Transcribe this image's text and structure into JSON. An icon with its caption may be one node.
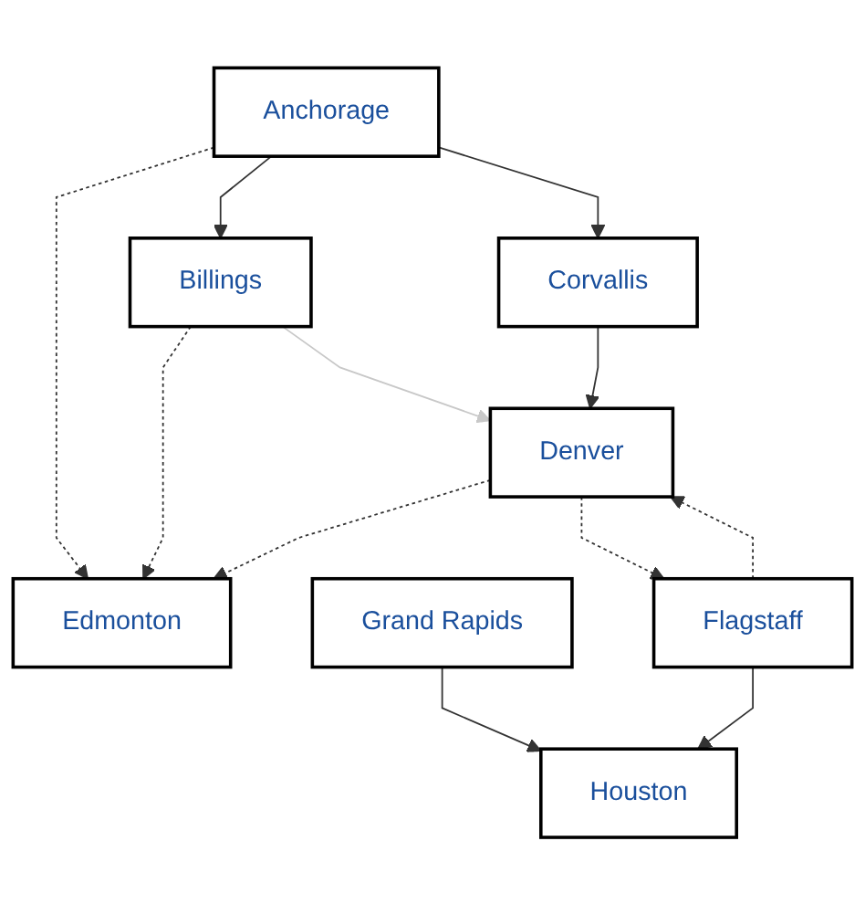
{
  "diagram": {
    "nodes": [
      {
        "text": [
          "Edmonton"
        ]
      },
      {
        "text": [
          "Anchorage"
        ]
      },
      {
        "text": [
          "Billings"
        ]
      },
      {
        "text": [
          "Grand Rapids"
        ]
      },
      {
        "text": [
          "Corvallis"
        ]
      },
      {
        "text": [
          "Denver"
        ]
      },
      {
        "text": [
          "Flagstaff"
        ]
      },
      {
        "text": [
          "Houston"
        ]
      }
    ],
    "edges": [
      {
        "from": 1,
        "to": 0,
        "arrow": "to",
        "style": "dashed"
      },
      {
        "from": 2,
        "to": 0,
        "arrow": "to",
        "style": "dashed"
      },
      {
        "from": 5,
        "to": 0,
        "arrow": "to",
        "style": "dashed"
      },
      {
        "from": 1,
        "to": 2,
        "arrow": "to"
      },
      {
        "from": 1,
        "to": 4,
        "arrow": "to"
      },
      {
        "from": 2,
        "to": 5,
        "arrow": "to",
        "color": "#c8c8c8"
      },
      {
        "from": 4,
        "to": 5,
        "arrow": "to"
      },
      {
        "from": 6,
        "to": 5,
        "arrow": "to",
        "style": "dashed"
      },
      {
        "from": 5,
        "to": 6,
        "arrow": "to",
        "style": "dashed"
      },
      {
        "from": 3,
        "to": 7,
        "arrow": "to"
      },
      {
        "from": 6,
        "to": 7,
        "arrow": "to"
      }
    ]
  }
}
